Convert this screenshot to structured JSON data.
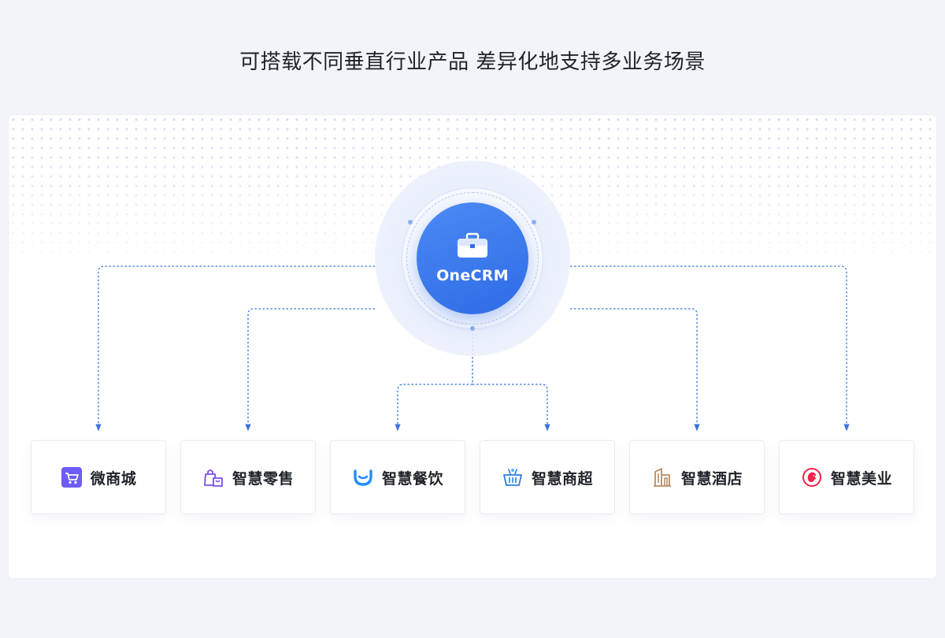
{
  "headline": "可搭载不同垂直行业产品 差异化地支持多业务场景",
  "hub": {
    "label": "OneCRM",
    "icon": "briefcase-icon"
  },
  "scenarios": [
    {
      "label": "微商城",
      "icon": "shopping-cart-icon",
      "color": "#6d5cf6"
    },
    {
      "label": "智慧零售",
      "icon": "shopping-bags-icon",
      "color": "#7b4df0"
    },
    {
      "label": "智慧餐饮",
      "icon": "bowl-icon",
      "color": "#1f8fff"
    },
    {
      "label": "智慧商超",
      "icon": "basket-icon",
      "color": "#2e7ce0"
    },
    {
      "label": "智慧酒店",
      "icon": "building-icon",
      "color": "#b98a62"
    },
    {
      "label": "智慧美业",
      "icon": "beauty-face-icon",
      "color": "#f0224a"
    }
  ],
  "colors": {
    "accent": "#2f6be6",
    "connector": "#3a72df"
  }
}
